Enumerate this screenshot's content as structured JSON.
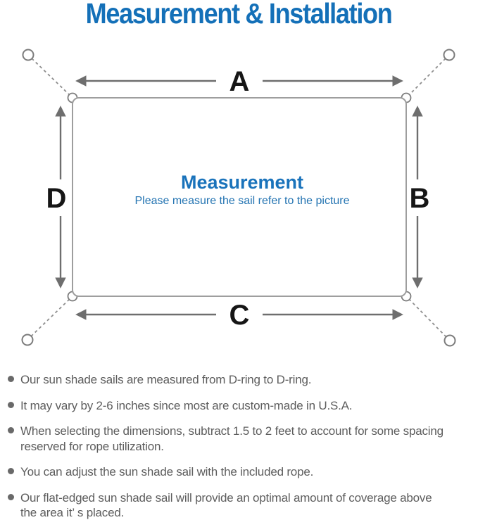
{
  "title": "Measurement & Installation",
  "diagram": {
    "labels": {
      "top": "A",
      "right": "B",
      "bottom": "C",
      "left": "D"
    },
    "center_heading": "Measurement",
    "center_subtext": "Please measure the sail refer to the picture"
  },
  "notes": [
    "Our sun shade sails are measured from D-ring to D-ring.",
    "It may vary by 2-6 inches since most are custom-made in U.S.A.",
    "When selecting the dimensions, subtract 1.5 to 2 feet to account for some spacing\nreserved for rope utilization.",
    "You can adjust the sun shade sail with the included rope.",
    "Our flat-edged sun shade sail will provide an optimal amount of coverage above\nthe area it’ s placed."
  ],
  "colors": {
    "title_blue": "#1470b8",
    "center_heading_blue": "#1a73bb",
    "center_subtext_blue": "#2474b2",
    "arrow_gray": "#6e6e6e",
    "sail_outline_gray": "#9e9e9e",
    "ring_gray": "#7c7c7c",
    "dashed_line_gray": "#8e8e8e",
    "note_text_gray": "#5d5d5d"
  }
}
